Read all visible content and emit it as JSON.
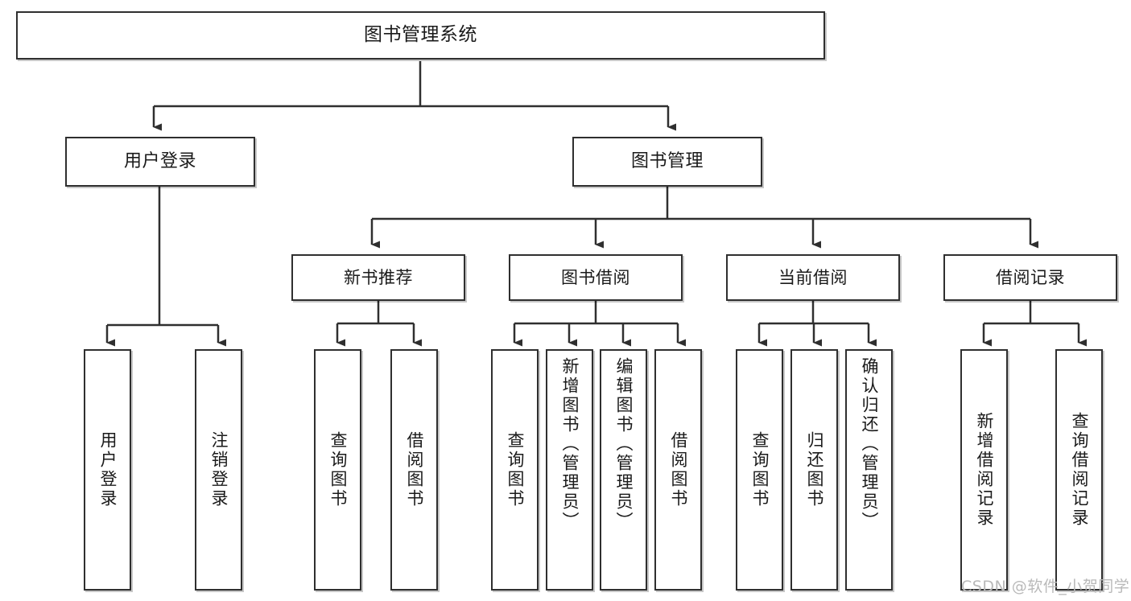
{
  "diagram": {
    "type": "tree-hierarchy",
    "title": "图书管理系统",
    "orientation": "top-down",
    "colors": {
      "box_border": "#2f2f2f",
      "box_fill": "#ffffff",
      "connector": "#2f2f2f",
      "text": "#1a1a1a",
      "watermark": "#b9b9b9",
      "background": "#ffffff"
    },
    "nodes": {
      "root": {
        "label": "图书管理系统",
        "level": 0
      },
      "level1": [
        {
          "id": "user-login",
          "label": "用户登录"
        },
        {
          "id": "book-management",
          "label": "图书管理"
        }
      ],
      "level2": [
        {
          "id": "new-book-recommend",
          "label": "新书推荐",
          "parent": "book-management"
        },
        {
          "id": "book-borrow",
          "label": "图书借阅",
          "parent": "book-management"
        },
        {
          "id": "current-borrow",
          "label": "当前借阅",
          "parent": "book-management"
        },
        {
          "id": "borrow-record",
          "label": "借阅记录",
          "parent": "book-management"
        }
      ],
      "leaves": {
        "user-login": [
          {
            "id": "leaf-user-login",
            "label": "用户登录"
          },
          {
            "id": "leaf-user-logout",
            "label": "注销登录"
          }
        ],
        "new-book-recommend": [
          {
            "id": "leaf-query-book-1",
            "label": "查询图书"
          },
          {
            "id": "leaf-borrow-book-1",
            "label": "借阅图书"
          }
        ],
        "book-borrow": [
          {
            "id": "leaf-query-book-2",
            "label": "查询图书"
          },
          {
            "id": "leaf-add-book",
            "label": "新增图书（管理员）"
          },
          {
            "id": "leaf-edit-book",
            "label": "编辑图书（管理员）"
          },
          {
            "id": "leaf-borrow-book-2",
            "label": "借阅图书"
          }
        ],
        "current-borrow": [
          {
            "id": "leaf-query-book-3",
            "label": "查询图书"
          },
          {
            "id": "leaf-return-book",
            "label": "归还图书"
          },
          {
            "id": "leaf-confirm-return",
            "label": "确认归还（管理员）"
          }
        ],
        "borrow-record": [
          {
            "id": "leaf-add-record",
            "label": "新增借阅记录"
          },
          {
            "id": "leaf-query-record",
            "label": "查询借阅记录"
          }
        ]
      }
    }
  },
  "watermark": {
    "text": "CSDN @软件_小贺同学"
  }
}
